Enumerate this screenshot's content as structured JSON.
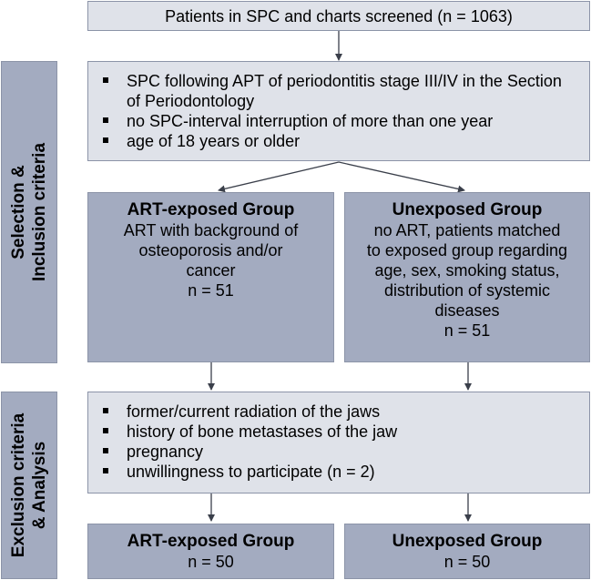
{
  "top_box": {
    "text": "Patients in SPC and charts screened (n = 1063)"
  },
  "selection": {
    "side_label_line1": "Selection &",
    "side_label_line2": "Inclusion criteria",
    "criteria": [
      "SPC following APT of periodontitis stage III/IV in the Section of Periodontology",
      "no SPC-interval interruption of more than one year",
      "age of 18 years or older"
    ]
  },
  "art_group": {
    "title": "ART-exposed Group",
    "line1": "ART with background of",
    "line2": "osteoporosis and/or",
    "line3": "cancer",
    "n": "n = 51"
  },
  "unexposed_group": {
    "title": "Unexposed Group",
    "line1": "no ART, patients matched",
    "line2": "to exposed group regarding",
    "line3": "age, sex, smoking status,",
    "line4": "distribution of systemic",
    "line5": "diseases",
    "n": "n = 51"
  },
  "exclusion": {
    "side_label_line1": "Exclusion criteria",
    "side_label_line2": "& Analysis",
    "criteria": [
      "former/current radiation of the jaws",
      "history of bone metastases of the jaw",
      "pregnancy",
      "unwillingness to participate (n = 2)"
    ]
  },
  "art_final": {
    "title": "ART-exposed Group",
    "n": "n = 50"
  },
  "unexposed_final": {
    "title": "Unexposed Group",
    "n": "n = 50"
  },
  "colors": {
    "light_box": "#dfe2e9",
    "dark_box": "#a3abc0",
    "border": "#8c94a8",
    "arrow": "#3a3f4a"
  }
}
